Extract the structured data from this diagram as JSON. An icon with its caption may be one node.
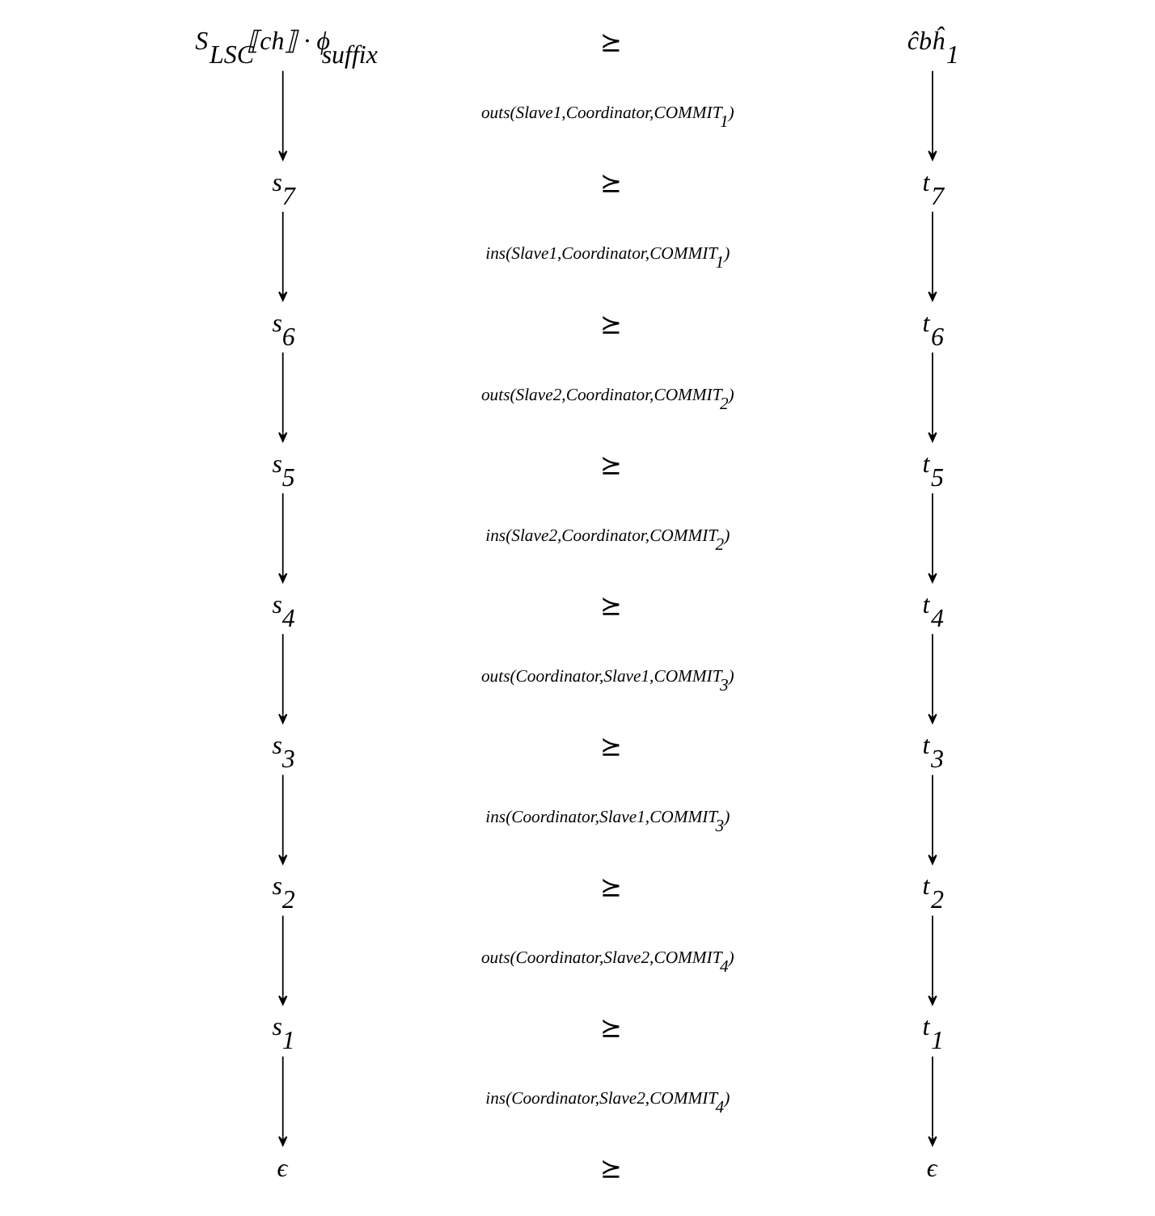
{
  "diagram": {
    "nodes": [
      {
        "text": [
          "S$_{LSC}$⟦ch⟧ · ϕ$_{suffix}$"
        ]
      },
      {
        "text": [
          "ĉbĥ$_{1}$"
        ]
      },
      {
        "text": [
          "s$_{7}$"
        ]
      },
      {
        "text": [
          "t$_{7}$"
        ]
      },
      {
        "text": [
          "s$_{6}$"
        ]
      },
      {
        "text": [
          "t$_{6}$"
        ]
      },
      {
        "text": [
          "s$_{5}$"
        ]
      },
      {
        "text": [
          "t$_{5}$"
        ]
      },
      {
        "text": [
          "s$_{4}$"
        ]
      },
      {
        "text": [
          "t$_{4}$"
        ]
      },
      {
        "text": [
          "s$_{3}$"
        ]
      },
      {
        "text": [
          "t$_{3}$"
        ]
      },
      {
        "text": [
          "s$_{2}$"
        ]
      },
      {
        "text": [
          "t$_{2}$"
        ]
      },
      {
        "text": [
          "s$_{1}$"
        ]
      },
      {
        "text": [
          "t$_{1}$"
        ]
      },
      {
        "text": [
          "ϵ"
        ]
      },
      {
        "text": [
          "ϵ"
        ]
      }
    ],
    "edges": [
      {
        "from": 0,
        "to": 2,
        "arrow": "to"
      },
      {
        "from": 1,
        "to": 3,
        "arrow": "to"
      },
      {
        "from": 2,
        "to": 4,
        "arrow": "to"
      },
      {
        "from": 3,
        "to": 5,
        "arrow": "to"
      },
      {
        "from": 4,
        "to": 6,
        "arrow": "to"
      },
      {
        "from": 5,
        "to": 7,
        "arrow": "to"
      },
      {
        "from": 6,
        "to": 8,
        "arrow": "to"
      },
      {
        "from": 7,
        "to": 9,
        "arrow": "to"
      },
      {
        "from": 8,
        "to": 10,
        "arrow": "to"
      },
      {
        "from": 9,
        "to": 11,
        "arrow": "to"
      },
      {
        "from": 10,
        "to": 12,
        "arrow": "to"
      },
      {
        "from": 11,
        "to": 13,
        "arrow": "to"
      },
      {
        "from": 12,
        "to": 14,
        "arrow": "to"
      },
      {
        "from": 13,
        "to": 15,
        "arrow": "to"
      },
      {
        "from": 14,
        "to": 16,
        "arrow": "to"
      },
      {
        "from": 15,
        "to": 17,
        "arrow": "to"
      }
    ],
    "labels": [
      "⪰",
      "outs(Slave1,Coordinator,COMMIT$_{1}$)",
      "⪰",
      "ins(Slave1,Coordinator,COMMIT$_{1}$)",
      "⪰",
      "outs(Slave2,Coordinator,COMMIT$_{2}$)",
      "⪰",
      "ins(Slave2,Coordinator,COMMIT$_{2}$)",
      "⪰",
      "outs(Coordinator,Slave1,COMMIT$_{3}$)",
      "⪰",
      "ins(Coordinator,Slave1,COMMIT$_{3}$)",
      "⪰",
      "outs(Coordinator,Slave2,COMMIT$_{4}$)",
      "⪰",
      "ins(Coordinator,Slave2,COMMIT$_{4}$)",
      "⪰"
    ]
  }
}
